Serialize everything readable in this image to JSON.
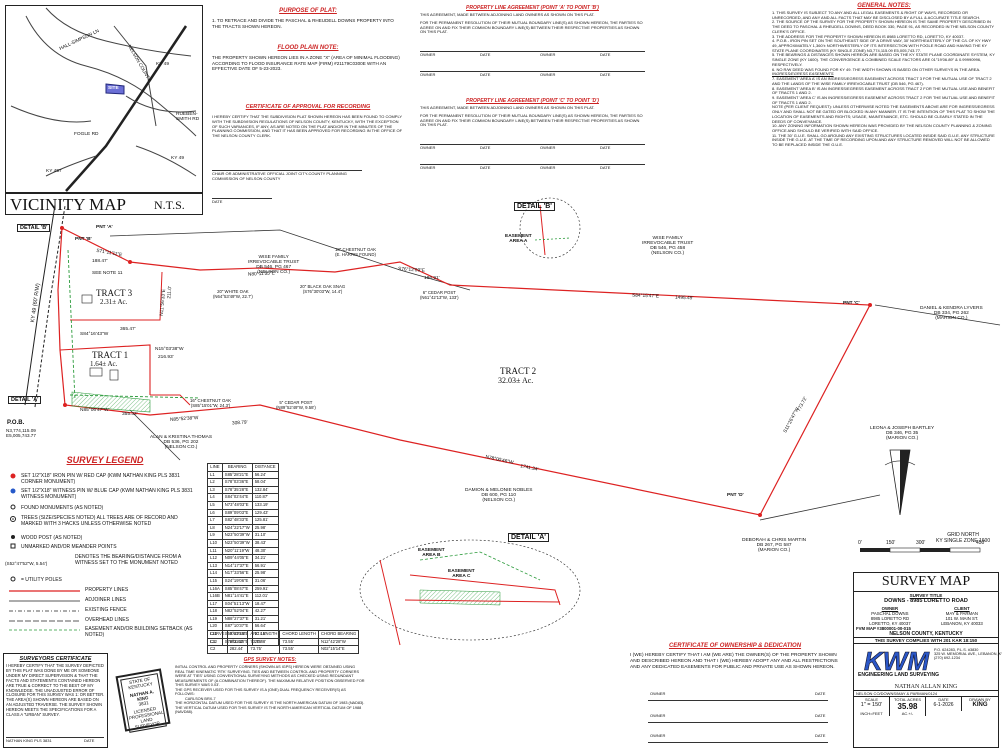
{
  "vicinity": {
    "title": "VICINITY MAP",
    "scale": "N.T.S.",
    "roads": [
      "HALL-SIMPSON LN",
      "KY 49",
      "NELSON COUNTY",
      "FOGLE RD",
      "RUEBEN-SMITH RD",
      "KY 49",
      "KY 457"
    ],
    "site_label": "SITE"
  },
  "purpose": {
    "title": "PURPOSE OF PLAT:",
    "text": "1. TO RETRACE AND DIVIDE THE PASCHAL & RHEUDELL DOWNS PROPERTY INTO THE TRACTS SHOWN HEREON."
  },
  "flood": {
    "title": "FLOOD PLAIN NOTE:",
    "text": "THE PROPERTY SHOWN HEREON LIES IN A ZONE \"X\" (AREA OF MINIMAL FLOODING) ACCORDING TO FLOOD INSURANCE RATE MAP (FIRM) #21179C0300E WITH AN EFFECTIVE DATE OF 5-23-2023."
  },
  "approval": {
    "title": "CERTIFICATE OF APPROVAL FOR RECORDING",
    "text": "I HEREBY CERTIFY THAT THE SUBDIVISION PLAT SHOWN HEREON HAS BEEN FOUND TO COMPLY WITH THE SUBDIVISION REGULATIONS OF NELSON COUNTY, KENTUCKY, WITH THE EXCEPTION OF SUCH VARIANCES, IF ANY, AS ARE NOTED ON THE PLAT AND/OR IN THE MINUTES OF THE PLANNING COMMISSION, AND THAT IT HAS BEEN APPROVED FOR RECORDING IN THE OFFICE OF THE NELSON COUNTY CLERK.",
    "sign": "CHAIR OR ADMINISTRATIVE OFFICIAL JOINT CITY-COUNTY PLANNING COMMISSION OF NELSON COUNTY",
    "date": "DATE"
  },
  "agreement_ab": {
    "title": "PROPERTY LINE AGREEMENT (POINT 'A' TO POINT 'B')",
    "text1": "THIS AGREEMENT, MADE BETWEEN ADJOINING LAND OWNERS AS SHOWN ON THIS PLAT.",
    "text2": "FOR THE PERMANENT RESOLUTION OF THEIR MUTUAL BOUNDARY LINE(S) AS SHOWN HEREON, THE PARTIES SO AGREE ON AND FIX THEIR COMMON BOUNDARY LINE(S) BETWEEN THEIR RESPECTIVE PROPERTIES AS SHOWN ON THIS PLAT.",
    "owner": "OWNER",
    "date": "DATE"
  },
  "agreement_cd": {
    "title": "PROPERTY LINE AGREEMENT (POINT 'C' TO POINT 'D')",
    "text1": "THIS AGREEMENT, MADE BETWEEN ADJOINING LAND OWNERS AS SHOWN ON THIS PLAT.",
    "text2": "FOR THE PERMANENT RESOLUTION OF THEIR MUTUAL BOUNDARY LINE(S) AS SHOWN HEREON, THE PARTIES SO AGREE ON AND FIX THEIR COMMON BOUNDARY LINE(S) BETWEEN THEIR RESPECTIVE PROPERTIES AS SHOWN ON THIS PLAT.",
    "owner": "OWNER",
    "date": "DATE"
  },
  "general_notes": {
    "title": "GENERAL NOTES:",
    "items": [
      "1. THIS SURVEY IS SUBJECT TO ANY AND ALL LEGAL EASEMENTS & RIGHT OF WAYS, RECORDED OR UNRECORDED, AND ANY AND ALL FACTS THAT MAY BE DISCLOSED BY A FULL & ACCURATE TITLE SEARCH.",
      "2. THE SOURCE OF THE SURVEY FOR THE PROPERTY SHOWN HEREON IS THE SAME PROPERTY DESCRIBED IN THE DEED TO PASCHAL & RHEUDELL DOWNS, DEED BOOK 330, PAGE 91, AS RECORDED IN THE NELSON COUNTY CLERK'S OFFICE.",
      "3. THE ADDRESS FOR THE PROPERTY SHOWN HEREON IS 8985 LORETTO RD, LORETTO, KY 40037.",
      "4. P.O.B - IRON PIN SET ON THE SOUTHEAST SIDE OF A DRIVE WAY, 30' NORTHEASTERLY OF THE C/L OF KY HWY 49, APPROXIMATELY 1,360'± NORTHWESTERLY OF ITS INTERSECTION WITH FOGLE ROAD AND HAVING THE KY STATE PLANE COORDINATES (KY SINGLE ZONE) N3,774,115.09 E5,005,743.77.",
      "5. THE BEARINGS & DISTANCES SHOWN HEREON ARE BASED ON THE KY STATE PLANE COORDINATE SYSTEM, KY SINGLE ZONE (KY 1600). THE CONVERGENCE & COMBINED SCALE FACTORS ARE 01°19'06.89\" & 0.99990996, RESPECTIVELY.",
      "6. NO R/W DEED WAS FOUND FOR KY 49. THE WIDTH SHOWN IS BASED ON OTHER SURVEYS IN THE AREA.",
      "INGRESS/EGRESS EASEMENTS",
      "7. EASEMENT 'AREA A' IS AN INGRESS/EGRESS EASEMENT ACROSS TRACT 3 FOR THE MUTUAL USE OF TRACT 2 AND THE LANDS OF THE WISE FAMILY IRREVOCABLE TRUST (DB 546, PG 467).",
      "8. EASEMENT 'AREA B' IS AN INGRESS/EGRESS EASEMENT ACROSS TRACT 2 FOR THE MUTUAL USE AND BENEFIT OF TRACTS 1 AND 2.",
      "9. EASEMENT 'AREA C' IS AN INGRESS/EGRESS EASEMENT ACROSS TRACT 2 FOR THE MUTUAL USE AND BENEFIT OF TRACTS 1 AND 2.",
      "NOTE (PER CLIENT REQUEST): UNLESS OTHERWISE NOTED THE EASEMENTS ABOVE ARE FOR INGRESS/EGRESS ONLY AND SHALL NOT BE GATED OR BLOCKED IN ANY MANNER. IT IS THE INTENTION OF THIS PLAT TO SHOW THE LOCATION OF EASEMENTS AND RIGHTS; USAGE, MAINTENANCE, ETC. SHOULD BE CLEARLY STATED IN THE DEEDS OF CONVEYANCE.",
      "10. ANY ZONING INFORMATION SHOWN HEREON WAS PROVIDED BY THE NELSON COUNTY PLANNING & ZONING OFFICE AND SHOULD BE VERIFIED WITH SAID OFFICE.",
      "11. THE 30' G.U.E. SHALL GO AROUND ANY EXISTING STRUCTURES LOCATED INSIDE SAID G.U.E. ANY STRUCTURE INSIDE THE G.U.E. AT THE TIME OF RECORDING UPON AND ANY STRUCTURE REMOVED WILL NOT BE ALLOWED TO BE REPLACED INSIDE THE G.U.E."
    ]
  },
  "plat": {
    "tracts": [
      {
        "name": "TRACT 3",
        "area": "2.31± Ac."
      },
      {
        "name": "TRACT 1",
        "area": "1.64± Ac."
      },
      {
        "name": "TRACT 2",
        "area": "32.03± Ac."
      }
    ],
    "points": {
      "a": "PNT 'A'",
      "b": "PNT 'B'",
      "c": "PNT 'C'",
      "d": "PNT 'D'",
      "pob": "P.O.B."
    },
    "pob_coords": "N3,774,115.09\nE5,005,743.77",
    "owners": [
      "WISE FAMILY\nIRREVOCABLE TRUST\nDB 546, PG 467\n(NELSON CO.)",
      "WISE FAMILY\nIRREVOCABLE TRUST\nDB 546, PG 458\n(NELSON CO.)",
      "DANIEL & KENDRA LYVERS\nDB 334, PG 262\n(MARION CO.)",
      "LEONA & JOSEPH BARTLEY\nDB 346, PG 35\n(MARION CO.)",
      "DEBORAH & CHRIS MARTIN\nDB 267, PG 587\n(MARION CO.)",
      "DAMION & MELONIE NOBLES\nDB 600, PG 110\n(NELSON CO.)",
      "ALAN & KRISTINA THOMAS\nDB 536, PG 202\n(NELSON CO.)"
    ],
    "bearings": [
      "S71°11'11\"E",
      "N80°11'55\"E",
      "S76°12'09\"E",
      "S84°15'47\"E",
      "1495.49'",
      "S11°26'47\"W",
      "773.72'",
      "N78°00'46\"W",
      "1741.34'",
      "N85°52'38\"W",
      "308.79'",
      "N85°06'47\"W",
      "355.32'",
      "N15°03'38\"W",
      "216.93'",
      "N11°56'33\"E",
      "S84°16'43\"W",
      "365.47'",
      "188.47'",
      "211.0'",
      "186.91'"
    ],
    "features": [
      "18\" CHESTNUT OAK\n(E. HARRIS FOUND)",
      "6\" CEDAR POST\n(N61°42'13\"W, 133')",
      "20\" WHITE OAK\n(N64°53'49\"W, 22.7')",
      "20\" BLACK OAK SNAG\n(S76°30'03\"W, 14.4')",
      "16\" CHESTNUT OAK\n(S85°15'01\"W, 24.3')",
      "5\" CEDAR POST\n(N89°52'49\"W, 9.58')"
    ],
    "road": "KY 49 (60' R/W)",
    "details": [
      "DETAIL 'B'",
      "DETAIL 'A'",
      "DETAIL 'B'",
      "DETAIL 'A'"
    ],
    "see_note": "SEE NOTE 11",
    "easements": [
      "EASEMENT\nAREA A",
      "EASEMENT\nAREA B",
      "EASEMENT\nAREA C"
    ]
  },
  "legend": {
    "title": "SURVEY LEGEND",
    "items": [
      "SET 1/2\"X18\" IRON PIN W/ RED CAP (KWM NATHAN KING PLS 3831 CORNER MONUMENT)",
      "SET 1/2\"X18\" WITNESS PIN W/ BLUE CAP (KWM NATHAN KING PLS 3831 WITNESS MONUMENT)",
      "FOUND MONUMENTS (AS NOTED)",
      "TREES (SIZE/SPECIES NOTED) ALL TREES ARE OF RECORD AND MARKED WITH 3 HACKS UNLESS OTHERWISE NOTED",
      "WOOD POST (AS NOTED)",
      "UNMARKED AND/OR MEANDER POINTS",
      "DENOTES THE BEARING/DISTANCE FROM A WITNESS SET TO THE MONUMENT NOTED",
      "= UTILITY POLES",
      "PROPERTY LINES",
      "ADJOINER LINES",
      "EXISTING FENCE",
      "OVERHEAD LINES",
      "EASEMENT AND/OR BUILDING SETBACK (AS NOTED)"
    ],
    "sample_bearing": "(S52°47'52\"W, 5.54')"
  },
  "line_table": {
    "headers": [
      "LINE",
      "BEARING",
      "DISTANCE"
    ],
    "rows": [
      [
        "L1",
        "S85°28'21\"E",
        "56.24'"
      ],
      [
        "L2",
        "S78°03'36\"E",
        "58.04'"
      ],
      [
        "L3",
        "S78°35'28\"E",
        "132.84'"
      ],
      [
        "L4",
        "S84°02'44\"E",
        "110.87'"
      ],
      [
        "L5",
        "N73°48'03\"E",
        "133.19'"
      ],
      [
        "L6",
        "S89°09'03\"E",
        "129.43'"
      ],
      [
        "L7",
        "S82°48'33\"E",
        "125.81'"
      ],
      [
        "L8",
        "N24°22'17\"W",
        "25.98'"
      ],
      [
        "L9",
        "N23°50'39\"W",
        "31.10'"
      ],
      [
        "L10",
        "N23°50'39\"W",
        "38.43'"
      ],
      [
        "L11",
        "N20°11'19\"W",
        "48.30'"
      ],
      [
        "L12",
        "N09°44'05\"E",
        "34.21'"
      ],
      [
        "L13",
        "N14°17'37\"E",
        "56.91'"
      ],
      [
        "L14",
        "N17°33'56\"E",
        "25.98'"
      ],
      [
        "L15",
        "S24°19'06\"E",
        "31.06'"
      ],
      [
        "L16A",
        "S85°08'47\"E",
        "259.91'"
      ],
      [
        "L16B",
        "N81°14'41\"E",
        "112.01'"
      ],
      [
        "L17",
        "S04°51'13\"W",
        "18.47'"
      ],
      [
        "L18",
        "N82°52'04\"E",
        "42.27'"
      ],
      [
        "L19",
        "N88°27'37\"E",
        "31.21'"
      ],
      [
        "L20",
        "S87°10'37\"E",
        "56.64'"
      ],
      [
        "L21",
        "S53°27'25\"E",
        "27.15'"
      ],
      [
        "L22",
        "S76°32'18\"E",
        "20.88'"
      ]
    ]
  },
  "curve_table": {
    "headers": [
      "CURVE",
      "RADIUS",
      "ARC LENGTH",
      "CHORD LENGTH",
      "CHORD BEARING"
    ],
    "rows": [
      [
        "C1",
        "282.44'",
        "73.75'",
        "73.55'",
        "N12°42'28\"W"
      ],
      [
        "C2",
        "282.44'",
        "73.75'",
        "73.55'",
        "N02°15'14\"E"
      ]
    ]
  },
  "surveyor_cert": {
    "title": "SURVEYORS CERTIFICATE",
    "text": "I HEREBY CERTIFY THAT THE SURVEY DEPICTED BY THIS PLAT WAS DONE BY ME OR SOMEONE UNDER MY DIRECT SUPERVISION & THAT THE FACTS AND STATEMENTS CONTAINED HEREON ARE TRUE & CORRECT TO THE BEST OF MY KNOWLEDGE. THE UNADJUSTED ERROR OF CLOSURE FOR THIS SURVEY WAS 1:  OR BETTER. THE AREA(S) SHOWN HEREON ARE BASED ON AN ADJUSTED TRAVERSE. THE SURVEY SHOWN HEREON MEETS THE SPECIFICATIONS FOR A CLASS A \"URBAN\" SURVEY.",
    "signature": "NATHAN KING PLS 3831",
    "date": "DATE"
  },
  "seal": {
    "state": "STATE OF KENTUCKY",
    "name": "NATHAN A. KING",
    "number": "3831",
    "role": "LICENSED PROFESSIONAL LAND SURVEYOR"
  },
  "gps_notes": {
    "title": "GPS SURVEY NOTES:",
    "items": [
      "INITIAL CONTROL AND PROPERTY CORNERS (SHOWN AS IGPS) HEREON WERE OBTAINED USING REAL TIME KINEMATIC 'RTK' SURVEYING. TIES AND BETWEEN CONTROL AND PROPERTY CORNERS WERE AT 'TIES' USING CONVENTIONAL SURVEYING METHODS AS CHECKED USING REDUNDANT MEASUREMENTS OF (A COMBINATION THEREOF). THE MAXIMUM RELATIVE POSITION OBSERVED FOR THIS SURVEY WAS 0.03'.",
      "THE GPS RECEIVER USED FOR THIS SURVEY IS A (ONE) DUAL FREQUENCY RECEIVER(S) AS FOLLOWS:",
      "CARLSON BRX-7",
      "THE HORIZONTAL DATUM USED FOR THIS SURVEY IS THE NORTH AMERICAN DATUM OF 1983 (NAD83). THE VERTICAL DATUM USED FOR THIS SURVEY IS THE NORTH AMERICAN VERTICAL DATUM OF 1988 (NAVD88)."
    ]
  },
  "ownership_cert": {
    "title": "CERTIFICATE OF OWNERSHIP & DEDICATION",
    "text": "I (WE) HEREBY CERTIFY THAT I AM (WE ARE) THE OWNER(S) OF THE PROPERTY SHOWN AND DESCRIBED HEREON AND THAT I (WE) HEREBY ADOPT ANY AND ALL RESTRICTIONS AND ANY DEDICATED EASEMENTS FOR PUBLIC AND PRIVATE USE AS SHOWN HEREON.",
    "owner": "OWNER",
    "date": "DATE"
  },
  "grid_north": "GRID NORTH\nKY SINGLE ZONE 1600",
  "scale_bar": [
    "0'",
    "150'",
    "300'",
    "450'"
  ],
  "title_block": {
    "title": "SURVEY MAP",
    "survey_title_label": "SURVEY TITLE",
    "survey_title": "DOWNS - 8985 LORETTO ROAD",
    "owner_label": "OWNER",
    "owner": "PASCHAL DOWNS\n8985 LORETTO RD\nLORETTO, KY 40037",
    "client_label": "CLIENT",
    "client": "MAY & PARMAN\n101 W. MAIN ST.\nLEBANON, KY 40033",
    "fvm": "FVM MAP #3800001-00-015",
    "location": "NELSON COUNTY, KENTUCKY",
    "compliance": "THIS SURVEY COMPLIES WITH 201 KAR 18:150",
    "firm_logo": "KWM",
    "firm_name": "ENGINEERING LAND SURVEYING",
    "firm_contact": "P.O. 624283, P.L.S. #3830\n325 W. MEMORIAL AVE., LEBANON, KY\n(270) 692-1234",
    "surveyor": "NATHAN ALLAN KING",
    "footer_code": "NELSON CO/DOWNS/MAY & PARMAN/0124",
    "labels": [
      "SCALE",
      "TOTAL ACRES",
      "DATE",
      "DRAWN BY"
    ],
    "values": [
      "1\" = 150'",
      "35.98",
      "6-1-2026",
      "KING"
    ],
    "scale_note": "INCH=FEET",
    "acres_note": "AC.+/-"
  }
}
